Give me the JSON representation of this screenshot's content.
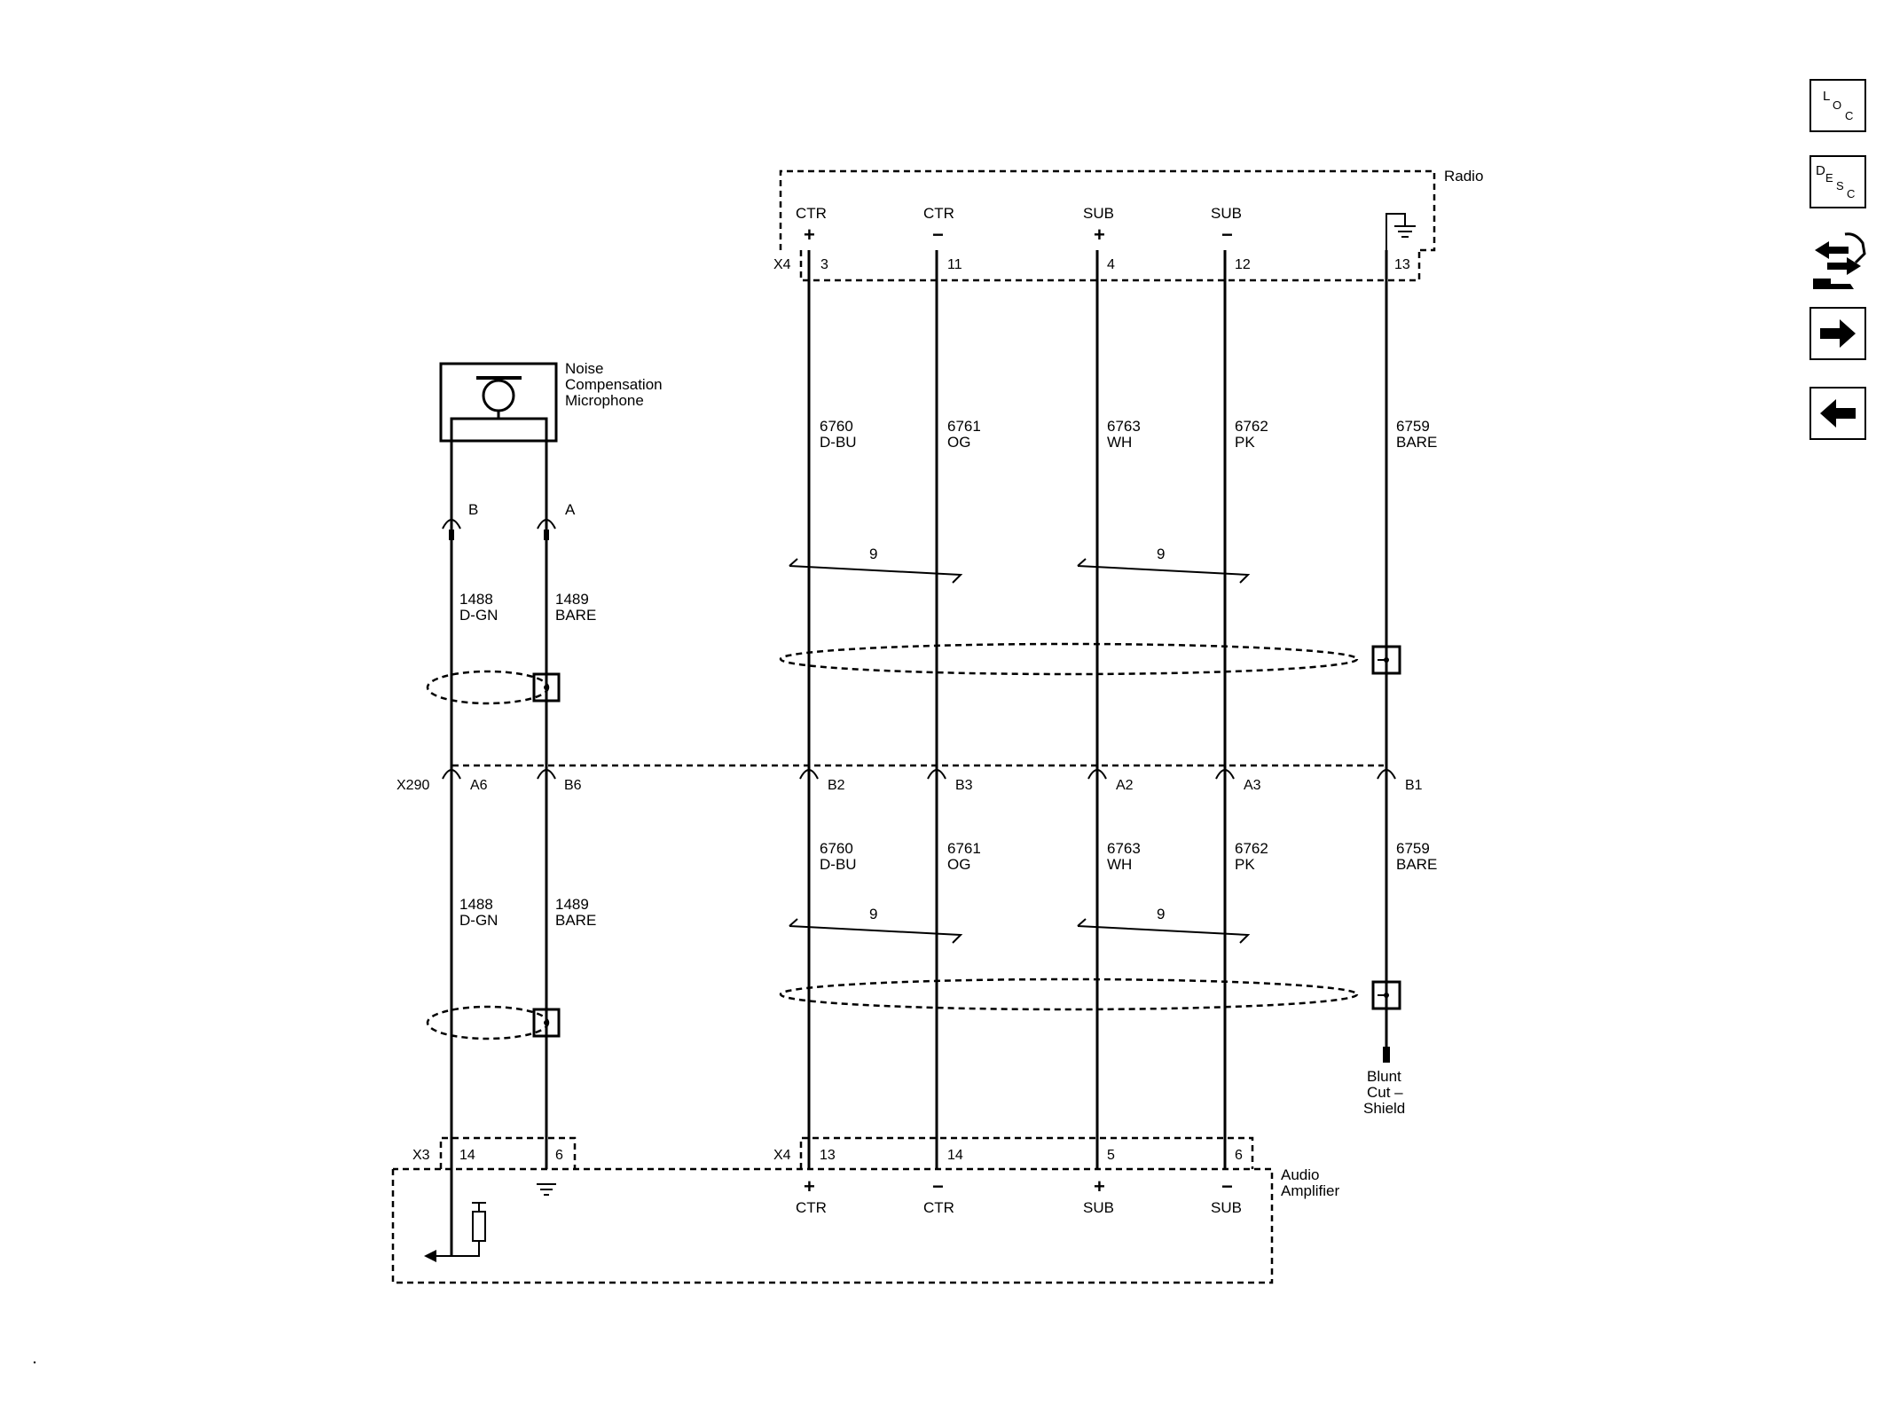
{
  "radio": {
    "name": "Radio",
    "connector": "X4",
    "pins": [
      {
        "sig": "CTR",
        "sign": "+",
        "pin": "3"
      },
      {
        "sig": "CTR",
        "sign": "−",
        "pin": "11"
      },
      {
        "sig": "SUB",
        "sign": "+",
        "pin": "4"
      },
      {
        "sig": "SUB",
        "sign": "−",
        "pin": "12"
      },
      {
        "pin": "13"
      }
    ]
  },
  "microphone": {
    "name_lines": [
      "Noise",
      "Compensation",
      "Microphone"
    ],
    "pins": [
      "B",
      "A"
    ]
  },
  "wires_upper": [
    {
      "circuit": "6760",
      "color": "D-BU"
    },
    {
      "circuit": "6761",
      "color": "OG"
    },
    {
      "circuit": "6763",
      "color": "WH"
    },
    {
      "circuit": "6762",
      "color": "PK"
    },
    {
      "circuit": "6759",
      "color": "BARE"
    }
  ],
  "wires_lower": [
    {
      "circuit": "6760",
      "color": "D-BU"
    },
    {
      "circuit": "6761",
      "color": "OG"
    },
    {
      "circuit": "6763",
      "color": "WH"
    },
    {
      "circuit": "6762",
      "color": "PK"
    },
    {
      "circuit": "6759",
      "color": "BARE"
    }
  ],
  "mic_wires": [
    {
      "circuit": "1488",
      "color": "D-GN"
    },
    {
      "circuit": "1489",
      "color": "BARE"
    }
  ],
  "twist_labels": [
    "9",
    "9",
    "9",
    "9"
  ],
  "inline_connector": {
    "name": "X290",
    "pins": [
      "A6",
      "B6",
      "B2",
      "B3",
      "A2",
      "A3",
      "B1"
    ]
  },
  "blunt_cut_lines": [
    "Blunt",
    "Cut –",
    "Shield"
  ],
  "amplifier": {
    "name_lines": [
      "Audio",
      "Amplifier"
    ],
    "x3": {
      "name": "X3",
      "pins": [
        "14",
        "6"
      ]
    },
    "x4": {
      "name": "X4",
      "pins": [
        "13",
        "14",
        "5",
        "6"
      ]
    },
    "outputs": [
      {
        "sign": "+",
        "sig": "CTR"
      },
      {
        "sign": "−",
        "sig": "CTR"
      },
      {
        "sign": "+",
        "sig": "SUB"
      },
      {
        "sign": "−",
        "sig": "SUB"
      }
    ]
  },
  "nav": {
    "loc": {
      "big": "L",
      "mid": "O",
      "small": "C"
    },
    "desc": {
      "big": "D",
      "mid": "E",
      "s3": "S",
      "small": "C"
    }
  }
}
